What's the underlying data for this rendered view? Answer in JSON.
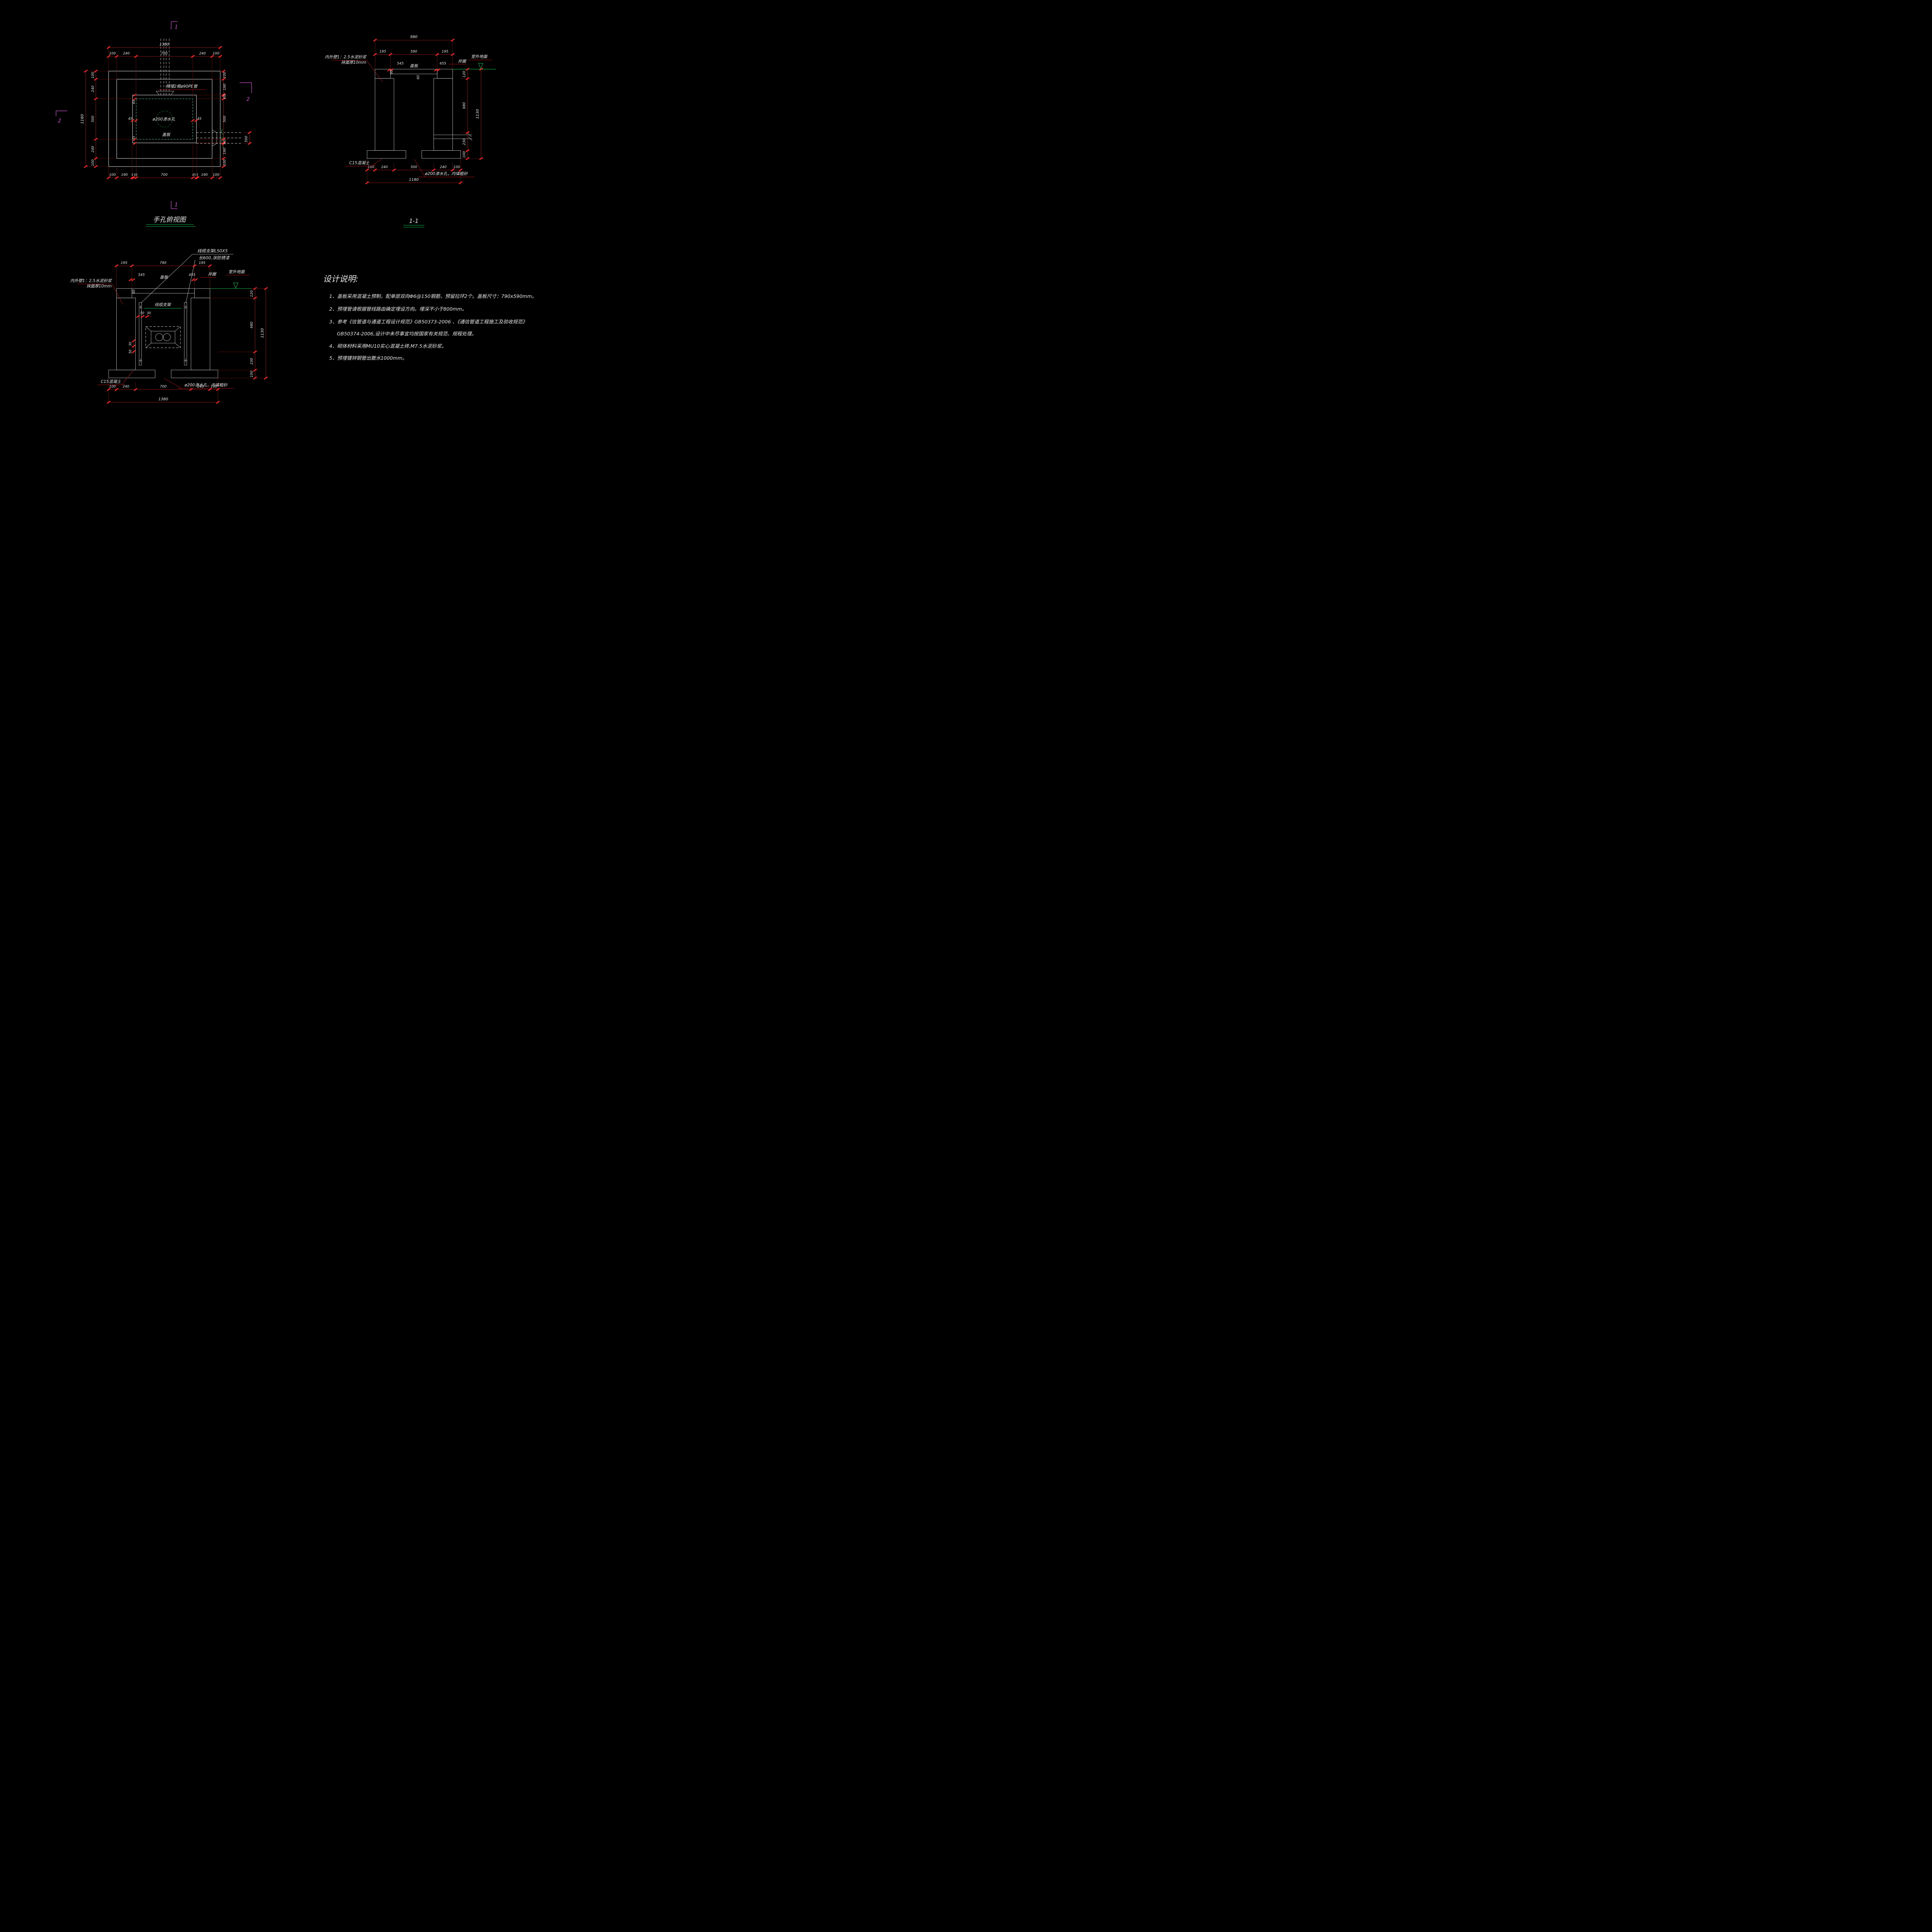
{
  "plan": {
    "title": "手孔俯视图",
    "dim_total_w": "1380",
    "dim_top": [
      "100",
      "240",
      "700",
      "240",
      "100"
    ],
    "dim_total_h": "1180",
    "dim_left": [
      "100",
      "240",
      "500",
      "240",
      "100"
    ],
    "dim_bottom": [
      "100",
      "190",
      "5",
      "45",
      "700",
      "45",
      "5",
      "190",
      "100"
    ],
    "dim_right": [
      "100",
      "190",
      "5",
      "45",
      "500",
      "45",
      "5",
      "190",
      "100"
    ],
    "dim_45": "45",
    "dim_500": "500",
    "label_pipes": "预埋2根ø90PE管",
    "label_hole": "ø200渗水孔",
    "label_cover": "盖板",
    "marker1": "1",
    "marker2": "2"
  },
  "section11": {
    "title": "1-1",
    "dim_980": "980",
    "dim_row2": [
      "195",
      "590",
      "195"
    ],
    "dim_545": "545",
    "dim_455": "455",
    "dim_60": "60",
    "label_ring": "井圈",
    "label_cover": "盖板",
    "label_ground": "室外地面",
    "label_wall_l1": "内外壁1：2.5水泥砂浆",
    "label_wall_l2": "抹面厚10mm",
    "dim_right": [
      "120",
      "680",
      "230",
      "100"
    ],
    "dim_1130": "1130",
    "dim_bottom": [
      "100",
      "240",
      "500",
      "240",
      "100"
    ],
    "dim_1180": "1180",
    "label_c15": "C15混凝土",
    "label_seep": "ø200渗水孔，内填粗砂"
  },
  "section22": {
    "dim_row": [
      "195",
      "790",
      "195"
    ],
    "dim_545": "545",
    "dim_455": "455",
    "dim_60": "60",
    "dim_5030": [
      "50",
      "30"
    ],
    "label_ring": "井圈",
    "label_cover": "盖板",
    "label_ground": "室外地面",
    "label_wall_l1": "内外壁1：2.5水泥砂浆",
    "label_wall_l2": "抹面厚10mm",
    "label_bracket_l1": "线缆支架L50X5",
    "label_bracket_l2": "长600,涂防锈漆",
    "label_bracket": "线缆支架",
    "dim_right": [
      "120",
      "680",
      "230",
      "100"
    ],
    "dim_1130": "1130",
    "dim_bottom": [
      "100",
      "240",
      "700",
      "240",
      "100"
    ],
    "dim_1380": "1380",
    "label_c15": "C15混凝土",
    "label_seep": "ø200渗水孔，内填粗砂"
  },
  "notes": {
    "title": "设计说明:",
    "items": [
      "1、盖板采用混凝土预制，配单层双向Φ6@150钢筋，预留拉环2个。盖板尺寸：790x590mm。",
      "2、预埋管请根据管线路由确定埋设方向。埋深不小于800mm。",
      "3、参考《信管道与通道工程设计规范》GB50373-2006 、《通信管道工程施工及验收规范》",
      "GB50374-2006,设计中未尽事宜均按国家有关规范、规程处理。",
      "4、砌体材料采用MU10实心混凝土砖,M7.5水泥砂浆。",
      "5、预埋镀锌钢管出散水1000mm。"
    ]
  }
}
